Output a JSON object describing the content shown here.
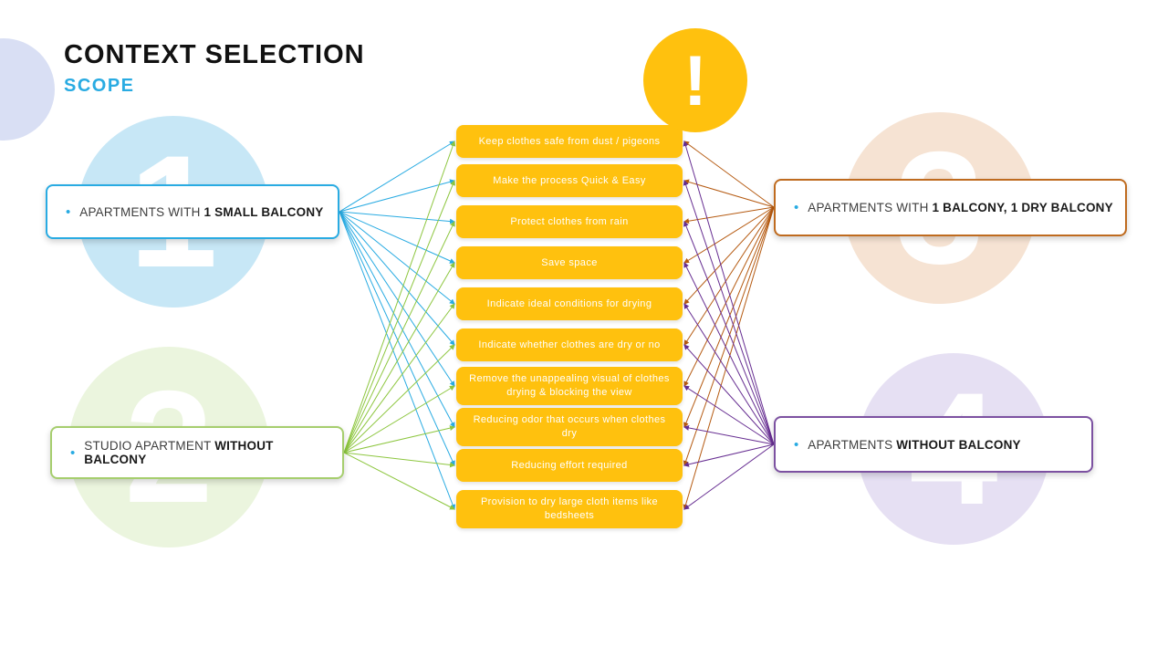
{
  "header": {
    "title": "CONTEXT SELECTION",
    "subtitle": "SCOPE"
  },
  "alert": {
    "glyph": "!",
    "color": "#FFC10E"
  },
  "needs_color": "#FFC10E",
  "needs": [
    {
      "label": "Keep clothes safe from dust / pigeons"
    },
    {
      "label": "Make the process Quick & Easy"
    },
    {
      "label": "Protect clothes from rain"
    },
    {
      "label": "Save space"
    },
    {
      "label": "Indicate ideal conditions for drying"
    },
    {
      "label": "Indicate whether clothes are dry or no"
    },
    {
      "label": "Remove the unappealing visual of clothes drying & blocking the view"
    },
    {
      "label": "Reducing odor that occurs when clothes dry"
    },
    {
      "label": "Reducing effort required"
    },
    {
      "label": "Provision to dry large cloth items like bedsheets"
    }
  ],
  "contexts": [
    {
      "number": "1",
      "text_normal": "APARTMENTS WITH",
      "text_bold": "1 SMALL BALCONY",
      "border_color": "#29ABE2",
      "arrow_color": "#29ABE2",
      "circle_color": "#C7E7F6",
      "bullet_color": "#29ABE2"
    },
    {
      "number": "2",
      "text_normal": "STUDIO APARTMENT",
      "text_bold": "WITHOUT BALCONY",
      "border_color": "#A6CE6E",
      "arrow_color": "#8DC63F",
      "circle_color": "#EBF5DE",
      "bullet_color": "#29ABE2"
    },
    {
      "number": "3",
      "text_normal": "APARTMENTS WITH",
      "text_bold": "1 BALCONY, 1 DRY BALCONY",
      "border_color": "#BF6B1F",
      "arrow_color": "#B55A11",
      "circle_color": "#F6E3D3",
      "bullet_color": "#29ABE2"
    },
    {
      "number": "4",
      "text_normal": "APARTMENTS",
      "text_bold": "WITHOUT BALCONY",
      "border_color": "#7C51A1",
      "arrow_color": "#662D91",
      "circle_color": "#E6E0F3",
      "bullet_color": "#29ABE2"
    }
  ],
  "connections": [
    {
      "from": 0,
      "needs": [
        0,
        1,
        2,
        3,
        4,
        5,
        6,
        7,
        8,
        9
      ]
    },
    {
      "from": 1,
      "needs": [
        0,
        1,
        2,
        3,
        4,
        5,
        6,
        7,
        8,
        9
      ]
    },
    {
      "from": 2,
      "needs": [
        0,
        1,
        2,
        3,
        4,
        5,
        6,
        7,
        8,
        9
      ]
    },
    {
      "from": 3,
      "needs": [
        0,
        1,
        2,
        3,
        4,
        5,
        6,
        7,
        8,
        9
      ]
    }
  ]
}
